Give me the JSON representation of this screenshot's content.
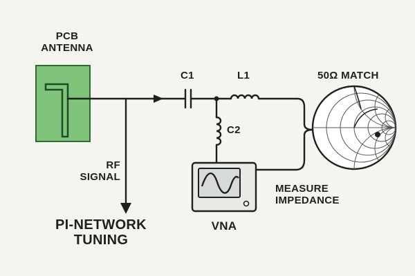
{
  "labels": {
    "antenna_line1": "PCB",
    "antenna_line2": "ANTENNA",
    "c1": "C1",
    "l1": "L1",
    "c2": "C2",
    "match": "50Ω MATCH",
    "rf_line1": "RF",
    "rf_line2": "SIGNAL",
    "vna": "VNA",
    "measure_line1": "MEASURE",
    "measure_line2": "IMPEDANCE",
    "title_line1": "PI-NETWORK",
    "title_line2": "TUNING"
  },
  "colors": {
    "antenna_fill": "#7fc47a",
    "antenna_stroke": "#2a6b34",
    "line": "#1f1f1f",
    "background": "#f6f4ef",
    "vna_body": "#e9e9e6",
    "vna_screen": "#d6dbd8"
  }
}
